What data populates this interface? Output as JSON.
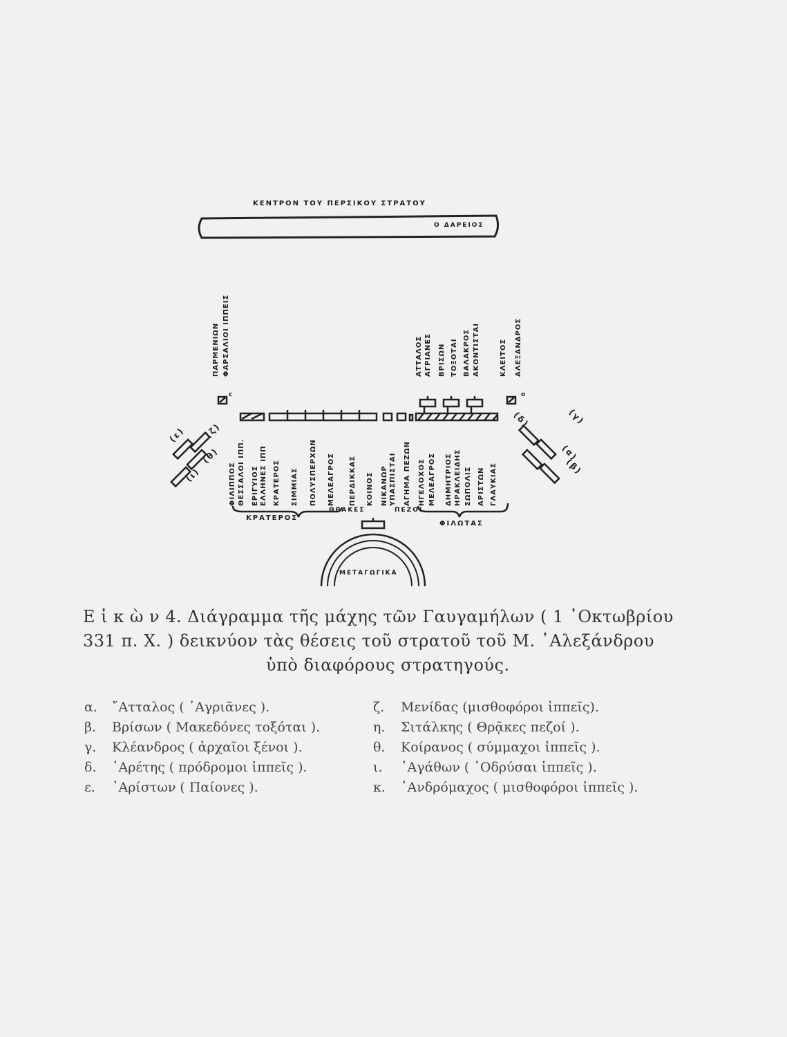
{
  "diagram": {
    "persian_center": "ΚΕΝΤΡΟΝ ΤΟΥ ΠΕΡΣΙΚΟΥ ΣΤΡΑΤΟΥ",
    "darius": "Ο ΔΑΡΕΙΟΣ",
    "upper_left_labels": [
      "ΠΑΡΜΕΝΙΩΝ",
      "ΦΑΡΣΑΛΙΟΙ ΙΠΠΕΙΣ"
    ],
    "upper_right_labels": [
      "ΑΤΤΑΛΟΣ",
      "ΑΓΡΙΑΝΕΣ",
      "ΒΡΙΣΩΝ",
      "ΤΟΞΟΤΑΙ",
      "ΒΑΛΑΚΡΟΣ",
      "ΑΚΟΝΤΙΣΤΑΙ",
      "ΚΛΕΙΤΟΣ",
      "ΑΛΕΞΑΝΔΡΟΣ"
    ],
    "line_labels": [
      "ΦΙΛΙΠΠΟΣ",
      "ΘΕΣΣΑΛΟΙ ΙΠΠ.",
      "ΕΡΙΓΥΙΟΣ",
      "ΕΛΛΗΝΕΣ ΙΠΠ",
      "ΚΡΑΤΕΡΟΣ",
      "ΣΙΜΜΙΑΣ",
      "ΠΟΛΥΣΠΕΡΧΩΝ",
      "ΜΕΛΕΑΓΡΟΣ",
      "ΠΕΡΔΙΚΚΑΣ",
      "ΚΟΙΝΟΣ",
      "ΝΙΚΑΝΩΡ",
      "ΥΠΑΣΠΙΣΤΑΙ",
      "ΑΓΗΜΑ ΠΕΖΩΝ",
      "ΗΓΕΛΟΧΟΣ",
      "ΜΕΛΕΑΓΡΟΣ",
      "ΔΗΜΗΤΡΙΟΣ",
      "ΗΡΑΚΛΕΙΔΗΣ",
      "ΣΩΠΟΛΙΣ",
      "ΑΡΙΣΤΩΝ",
      "ΓΛΑΥΚΙΑΣ"
    ],
    "kraterus": "ΚΡΑΤΕΡΟΣ",
    "thracians": "ΘΡΑΚΕΣ",
    "infantry": "ΠΕΖΟΙ",
    "philotas": "ΦΙΛΩΤΑΣ",
    "baggage": "ΜΕΤΑΓΩΓΙΚΑ",
    "markers_left": [
      "(ε)",
      "(θ)",
      "(ι)",
      "(ζ)"
    ],
    "markers_right": [
      "(δ)",
      "(γ)",
      "(β)",
      "(α)"
    ],
    "marker_c": "c",
    "marker_o": "o"
  },
  "caption": {
    "line1": "Ε ἰ κ ὼ ν 4.  Διάγραμμα τῆς μάχης τῶν Γαυγαμήλων ( 1 ᾿Οκτωβρίου",
    "line2": "331 π. Χ. ) δεικνύον  τὰς θέσεις τοῦ στρατοῦ τοῦ  Μ. ᾿Αλεξάνδρου",
    "line3": "ὑπὸ διαφόρους στρατηγούς."
  },
  "legend": {
    "left": [
      {
        "key": "α.",
        "text": "῎Ατταλος  ( ᾿Αγριᾶνες )."
      },
      {
        "key": "β.",
        "text": "Βρίσων  ( Μακεδόνες τοξόται )."
      },
      {
        "key": "γ.",
        "text": "Κλέανδρος ( ἀρχαῖοι ξένοι )."
      },
      {
        "key": "δ.",
        "text": "᾿Αρέτης  ( πρόδρομοι ἱππεῖς )."
      },
      {
        "key": "ε.",
        "text": "᾿Αρίστων  ( Παίονες )."
      }
    ],
    "right": [
      {
        "key": "ζ.",
        "text": "Μενίδας (μισθοφόροι ἱππεῖς)."
      },
      {
        "key": "η.",
        "text": "Σιτάλκης  ( Θρᾷκες πεζοί )."
      },
      {
        "key": "θ.",
        "text": "Κοίρανος ( σύμμαχοι ἱππεῖς )."
      },
      {
        "key": "ι.",
        "text": "᾿Αγάθων  ( ᾿Οδρύσαι ἱππεῖς )."
      },
      {
        "key": "κ.",
        "text": "᾿Ανδρόμαχος  ( μισθοφόροι ἱππεῖς )."
      }
    ]
  }
}
